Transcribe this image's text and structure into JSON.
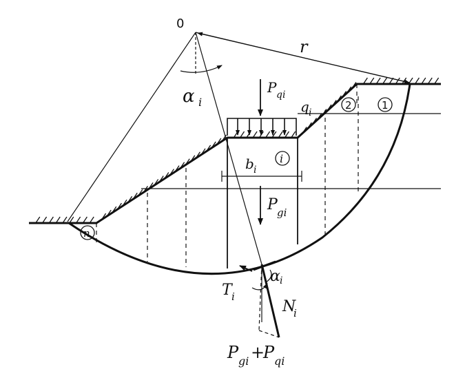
{
  "diagram": {
    "colors": {
      "ink": "#111111",
      "background": "#ffffff"
    },
    "labels": {
      "center": "0",
      "radius": "r",
      "angle_alpha": "α",
      "angle_alpha_sub": "i",
      "load_p": "P",
      "load_p_sub": "qi",
      "load_q": "q",
      "load_q_sub": "i",
      "width_b": "b",
      "width_b_sub": "i",
      "slice_i": "i",
      "slice_1": "1",
      "slice_2": "2",
      "slice_n": "n",
      "weight": "P",
      "weight_sub": "gi",
      "tangential": "T",
      "tangential_sub": "i",
      "normal": "N",
      "normal_sub": "i",
      "angle_at_base": "α",
      "angle_at_base_sub": "i",
      "resultant_a": "P",
      "resultant_a_sub": "gi",
      "resultant_plus": "+",
      "resultant_b": "P",
      "resultant_b_sub": "qi"
    }
  }
}
